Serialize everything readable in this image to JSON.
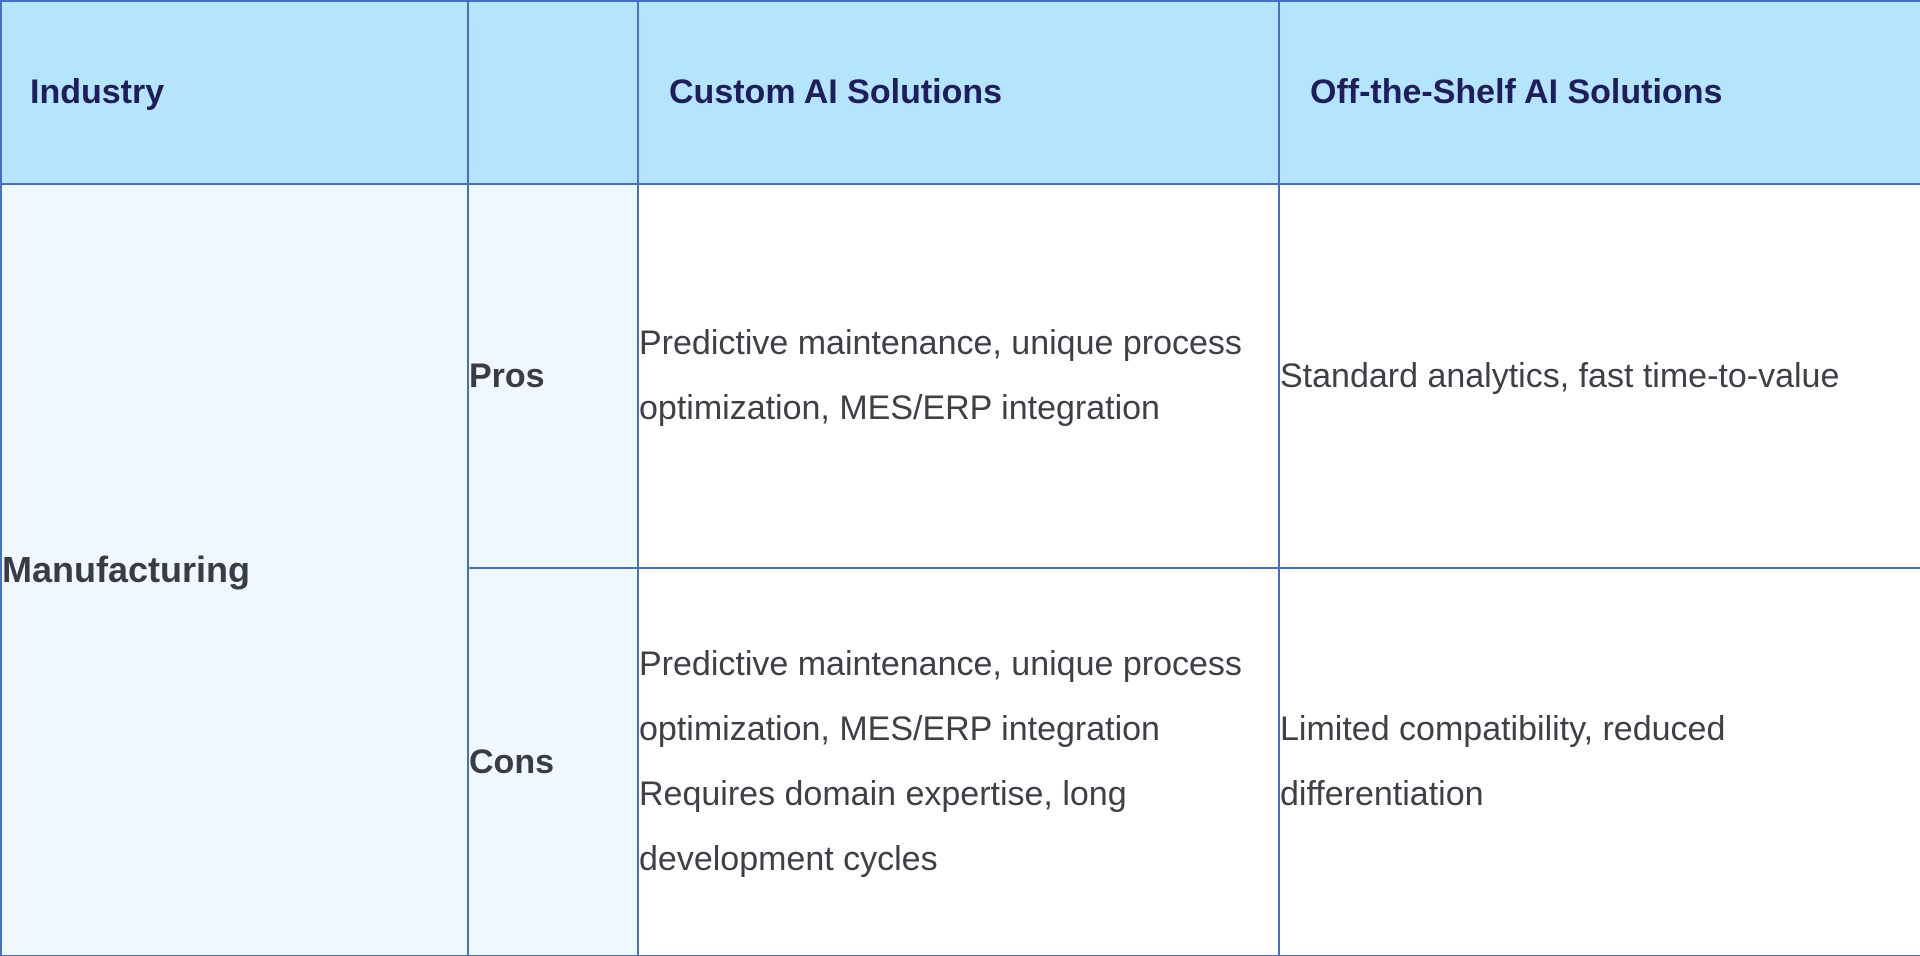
{
  "header": {
    "industry": "Industry",
    "blank": "",
    "custom": "Custom AI Solutions",
    "offshelf": "Off-the-Shelf AI Solutions"
  },
  "rows": [
    {
      "industry": "Manufacturing",
      "pros": {
        "label": "Pros",
        "custom": "Predictive maintenance, unique process optimization, MES/ERP integration",
        "offshelf": "Standard analytics, fast time-to-value"
      },
      "cons": {
        "label": "Cons",
        "custom": "Predictive maintenance, unique process optimization, MES/ERP integration Requires domain expertise, long development cycles",
        "offshelf": "Limited compatibility, reduced differentiation"
      }
    }
  ],
  "colors": {
    "header_bg": "#b5e4fd",
    "side_bg": "#eef8fe",
    "border": "#4470c6",
    "header_text": "#1f1d5c",
    "body_text": "#3f3f48"
  }
}
